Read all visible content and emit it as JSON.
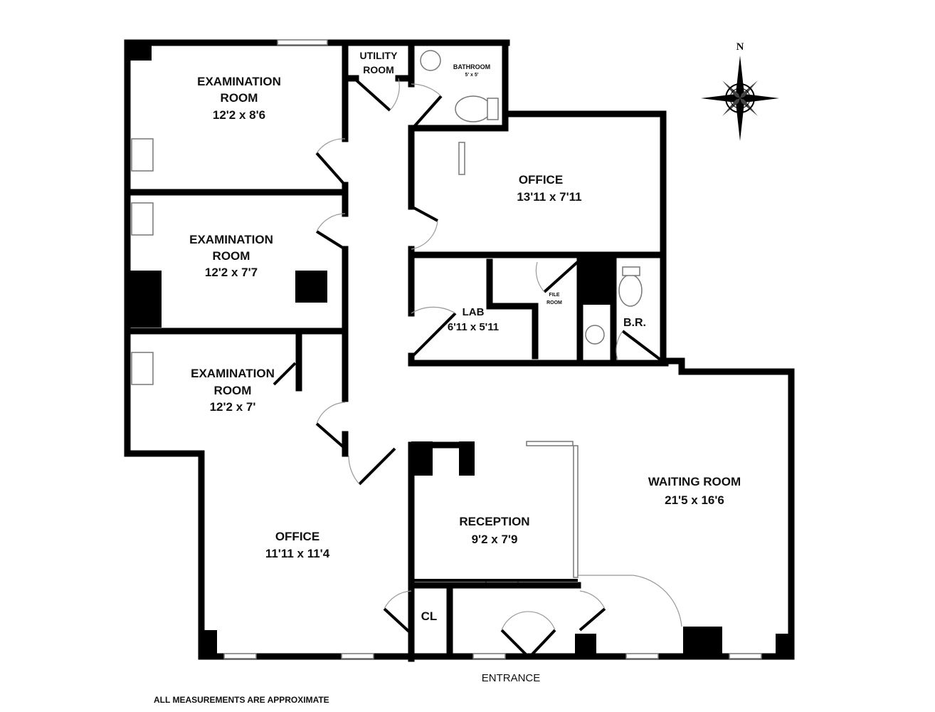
{
  "plan": {
    "rooms": [
      {
        "id": "exam1",
        "name_line1": "EXAMINATION",
        "name_line2": "ROOM",
        "size": "12'2 x 8'6"
      },
      {
        "id": "exam2",
        "name_line1": "EXAMINATION",
        "name_line2": "ROOM",
        "size": "12'2 x 7'7"
      },
      {
        "id": "exam3",
        "name_line1": "EXAMINATION",
        "name_line2": "ROOM",
        "size": "12'2 x 7'"
      },
      {
        "id": "utility",
        "name_line1": "UTILITY",
        "name_line2": "ROOM"
      },
      {
        "id": "bathroom",
        "name": "BATHROOM",
        "size": "5' x 5'"
      },
      {
        "id": "office_top",
        "name": "OFFICE",
        "size": "13'11 x 7'11"
      },
      {
        "id": "lab",
        "name": "LAB",
        "size": "6'11 x 5'11"
      },
      {
        "id": "file_room",
        "name_line1": "FILE",
        "name_line2": "ROOM"
      },
      {
        "id": "br",
        "name": "B.R."
      },
      {
        "id": "waiting",
        "name": "WAITING ROOM",
        "size": "21'5 x 16'6"
      },
      {
        "id": "reception",
        "name": "RECEPTION",
        "size": "9'2 x 7'9"
      },
      {
        "id": "office_bottom",
        "name": "OFFICE",
        "size": "11'11 x 11'4"
      },
      {
        "id": "closet",
        "name": "CL"
      }
    ],
    "entrance_label": "ENTRANCE",
    "compass_label": "N",
    "footnote": "ALL MEASUREMENTS ARE APPROXIMATE"
  }
}
